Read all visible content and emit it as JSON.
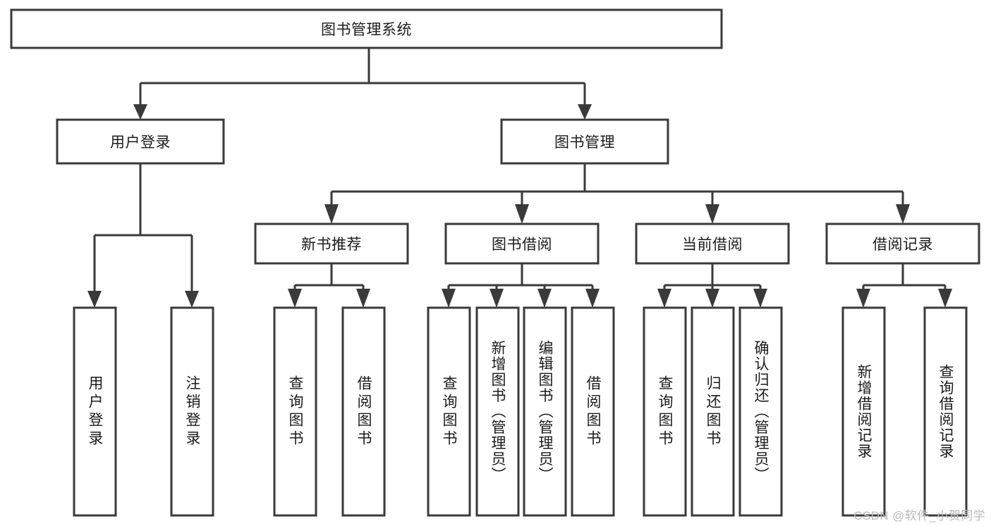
{
  "diagram": {
    "title": "图书管理系统",
    "type": "tree",
    "watermark": "CSDN @软件_小贺同学",
    "colors": {
      "stroke": "#3a3a3a",
      "fill": "#ffffff",
      "text": "#1b1b1b",
      "watermark": "#b9b9b9",
      "background": "#ffffff"
    },
    "root": {
      "label": "图书管理系统"
    },
    "level2": [
      {
        "label": "用户登录"
      },
      {
        "label": "图书管理"
      }
    ],
    "level3": [
      {
        "label": "新书推荐"
      },
      {
        "label": "图书借阅"
      },
      {
        "label": "当前借阅"
      },
      {
        "label": "借阅记录"
      }
    ],
    "leaves": {
      "user_login": [
        {
          "label": "用户登录"
        },
        {
          "label": "注销登录"
        }
      ],
      "new_book": [
        {
          "label": "查询图书"
        },
        {
          "label": "借阅图书"
        }
      ],
      "borrow": [
        {
          "label": "查询图书"
        },
        {
          "label": "新增图书（管理员）"
        },
        {
          "label": "编辑图书（管理员）"
        },
        {
          "label": "借阅图书"
        }
      ],
      "current": [
        {
          "label": "查询图书"
        },
        {
          "label": "归还图书"
        },
        {
          "label": "确认归还（管理员）"
        }
      ],
      "records": [
        {
          "label": "新增借阅记录"
        },
        {
          "label": "查询借阅记录"
        }
      ]
    }
  }
}
